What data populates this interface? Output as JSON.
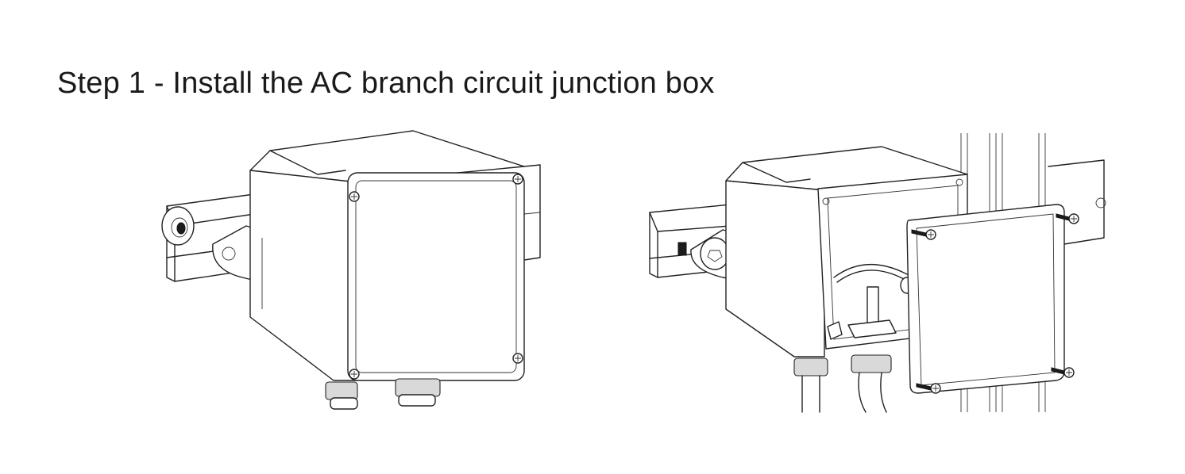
{
  "title": "Step 1 - Install the AC branch circuit junction box",
  "illustrations": [
    {
      "id": "closed-box",
      "depicts": "junction-box-mounted-on-rail"
    },
    {
      "id": "open-box",
      "depicts": "junction-box-with-cover-removed"
    }
  ],
  "colors": {
    "line": "#222222",
    "background": "#ffffff"
  }
}
